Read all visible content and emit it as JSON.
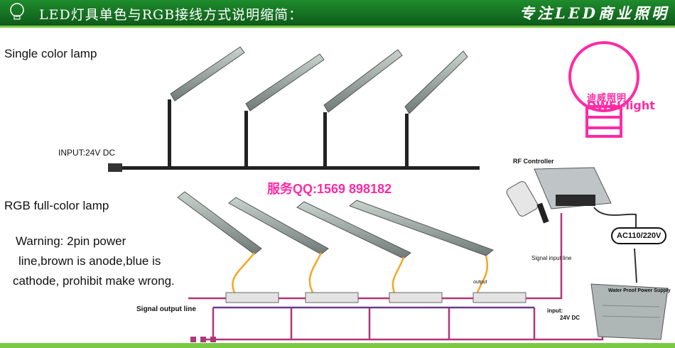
{
  "header": {
    "title": "LED灯具单色与RGB接线方式说明缩简：",
    "slogan": "专注LED商业照明",
    "logo_text": "迪威照明 DWEI-light"
  },
  "labels": {
    "single_color": "Single color lamp",
    "input_single": "INPUT:24V DC",
    "rgb": "RGB full-color lamp",
    "warning_line1": "Warning: 2pin power",
    "warning_line2": "line,brown is anode,blue is",
    "warning_line3": "cathode, prohibit make wrong.",
    "service": "服务QQ:1569 898182",
    "rf_controller": "RF Controller",
    "ac": "AC110/220V",
    "signal_input": "Signal input line",
    "waterproof": "Water Proof Power Supply",
    "output": "output",
    "signal_output": "Signal output line",
    "input_rgb": "input:",
    "input_rgb_v": "24V DC"
  },
  "brand": {
    "cn": "迪威照明",
    "en": "DWEI-light"
  },
  "colors": {
    "header_green": "#1e8c2c",
    "accent_green": "#7ac943",
    "brand_pink": "#ff2aa5",
    "wire_purple": "#b0377a",
    "wire_orange": "#f5a623"
  }
}
